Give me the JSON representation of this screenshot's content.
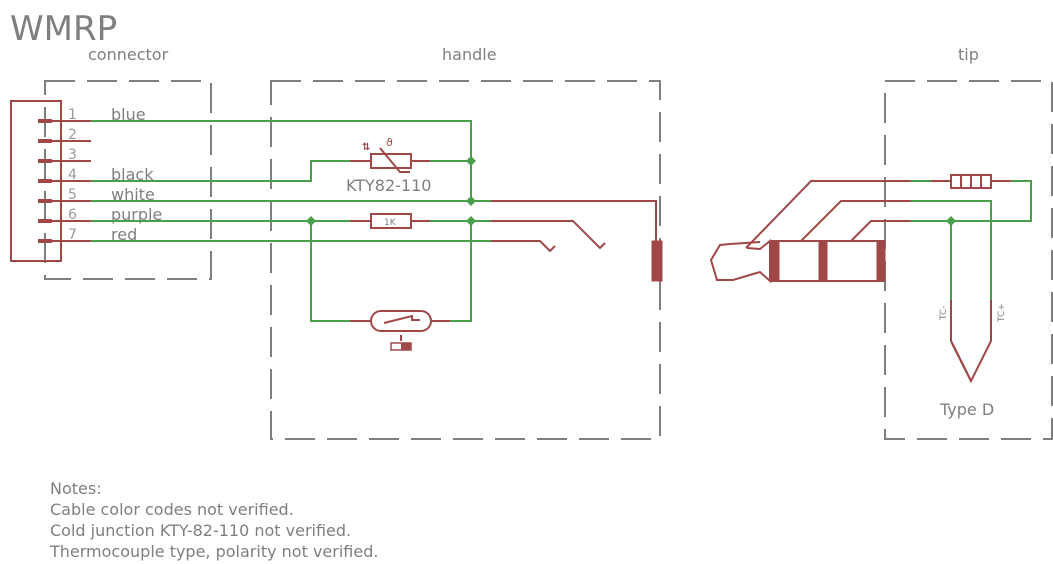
{
  "title": "WMRP",
  "sections": {
    "connector": "connector",
    "handle": "handle",
    "tip": "tip"
  },
  "connector_pins": [
    {
      "num": "1",
      "label": "blue"
    },
    {
      "num": "2",
      "label": ""
    },
    {
      "num": "3",
      "label": ""
    },
    {
      "num": "4",
      "label": "black"
    },
    {
      "num": "5",
      "label": "white"
    },
    {
      "num": "6",
      "label": "purple"
    },
    {
      "num": "7",
      "label": "red"
    }
  ],
  "components": {
    "thermistor_label": "KTY82-110",
    "resistor_value": "1K",
    "tc_minus": "TC-",
    "tc_plus": "TC+",
    "thermocouple_type": "Type D"
  },
  "notes": {
    "heading": "Notes:",
    "lines": [
      "Cable color codes not verified.",
      "Cold junction KTY-82-110 not verified.",
      "Thermocouple type, polarity not verified."
    ]
  },
  "colors": {
    "wire": "#4aa04a",
    "symbol": "#a04848",
    "frame": "#7f7f7f",
    "text": "#7f7f7f"
  }
}
